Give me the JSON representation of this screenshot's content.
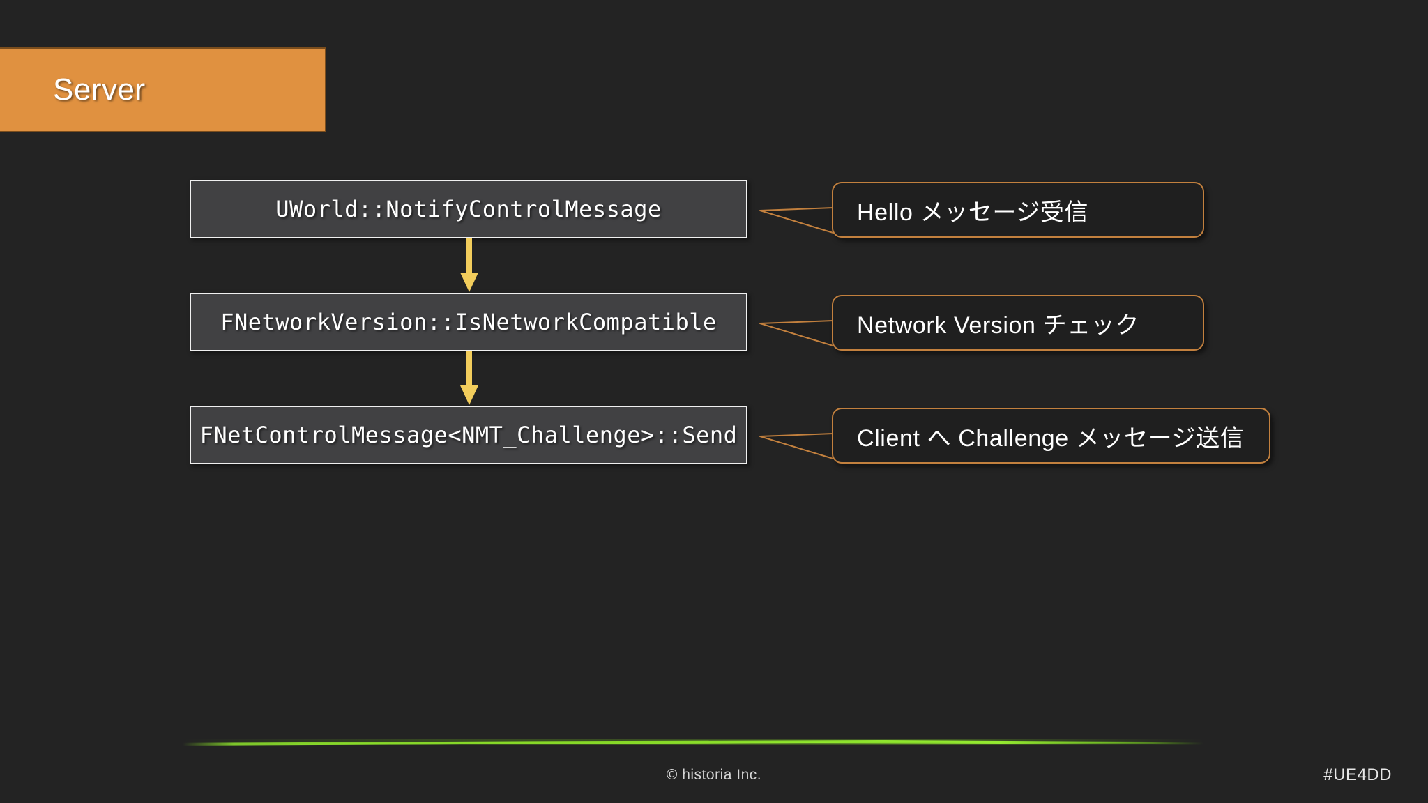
{
  "slide": {
    "background_color": "#232323",
    "section": {
      "label": "Server",
      "fill_color": "#e09140",
      "text_color": "#ffffff"
    },
    "flow": {
      "arrow_color": "#f2cd5c",
      "box_fill_color": "#414143",
      "box_border_color": "#f0f0f0",
      "steps": [
        {
          "code": "UWorld::NotifyControlMessage",
          "note": "Hello メッセージ受信"
        },
        {
          "code": "FNetworkVersion::IsNetworkCompatible",
          "note": "Network Version チェック"
        },
        {
          "code": "FNetControlMessage<NMT_Challenge>::Send",
          "note": "Client へ Challenge メッセージ送信"
        }
      ]
    },
    "callout": {
      "border_color": "#c2803e",
      "fill_color": "#1f1f1f"
    },
    "accent": {
      "streak_color": "#7ed321"
    },
    "footer": {
      "copyright": "© historia Inc.",
      "hashtag": "#UE4DD"
    }
  }
}
